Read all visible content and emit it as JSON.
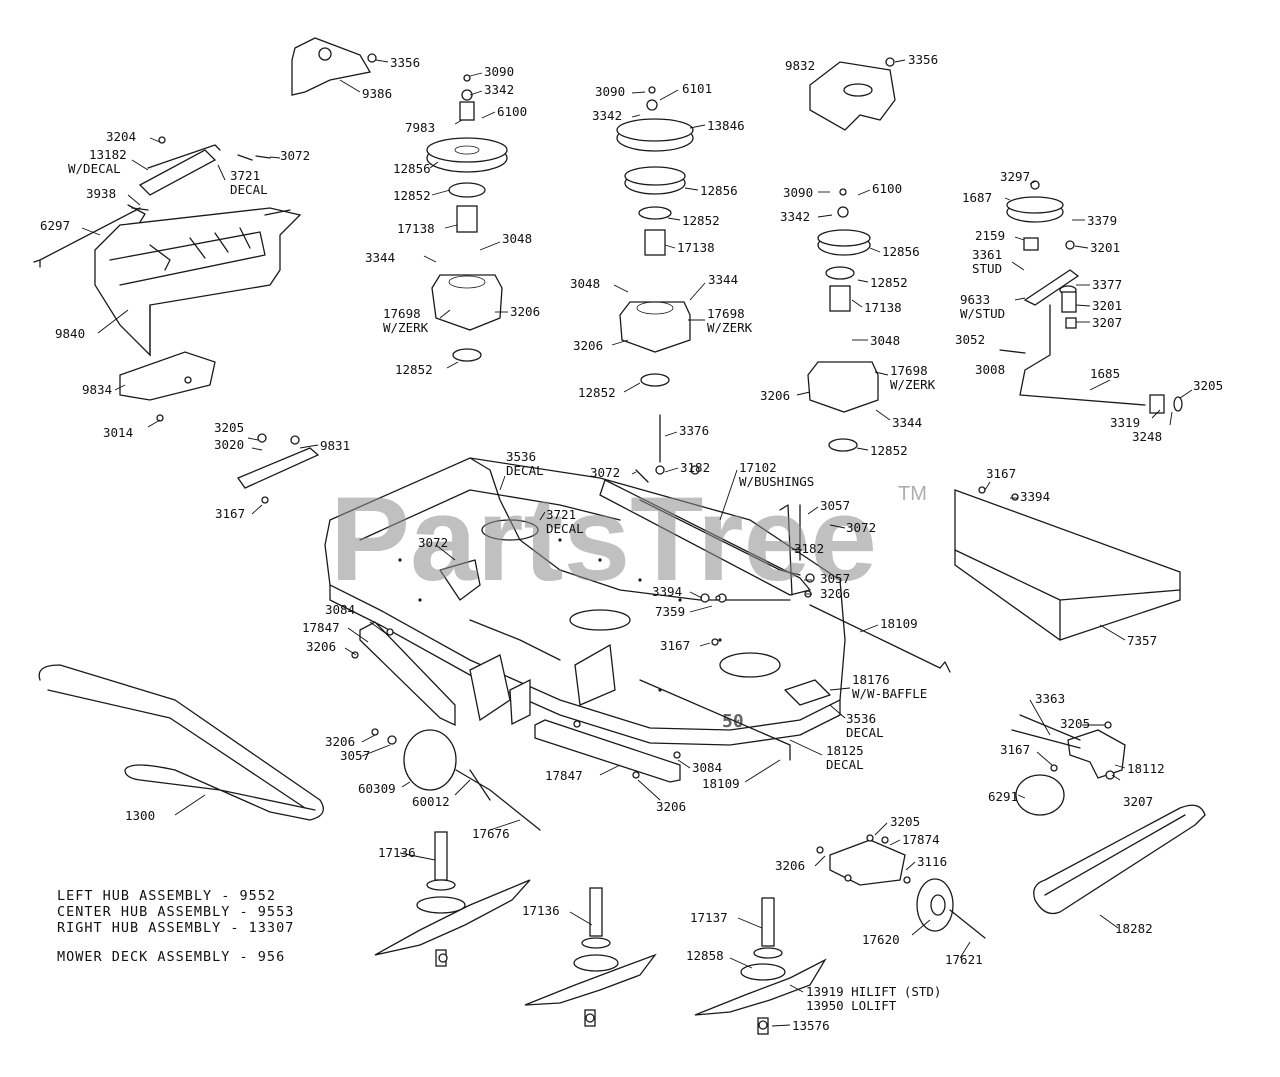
{
  "watermark": {
    "text": "PartsTree",
    "trademark": "TM"
  },
  "assembly_notes": [
    "LEFT HUB ASSEMBLY - 9552",
    "CENTER HUB ASSEMBLY - 9553",
    "RIGHT HUB ASSEMBLY - 13307",
    "MOWER DECK ASSEMBLY - 956"
  ],
  "callouts": [
    {
      "id": "c1",
      "text": "3356"
    },
    {
      "id": "c2",
      "text": "9386"
    },
    {
      "id": "c3",
      "text": "3090"
    },
    {
      "id": "c4",
      "text": "3342"
    },
    {
      "id": "c5",
      "text": "6100"
    },
    {
      "id": "c6",
      "text": "7983"
    },
    {
      "id": "c7",
      "text": "12856"
    },
    {
      "id": "c8",
      "text": "12852"
    },
    {
      "id": "c9",
      "text": "17138"
    },
    {
      "id": "c10",
      "text": "3048"
    },
    {
      "id": "c11",
      "text": "3344"
    },
    {
      "id": "c12",
      "text": "17698"
    },
    {
      "id": "c13",
      "text": "W/ZERK"
    },
    {
      "id": "c14",
      "text": "3206"
    },
    {
      "id": "c15",
      "text": "12852"
    },
    {
      "id": "c16",
      "text": "3090"
    },
    {
      "id": "c17",
      "text": "6101"
    },
    {
      "id": "c18",
      "text": "3342"
    },
    {
      "id": "c19",
      "text": "13846"
    },
    {
      "id": "c20",
      "text": "12856"
    },
    {
      "id": "c21",
      "text": "12852"
    },
    {
      "id": "c22",
      "text": "17138"
    },
    {
      "id": "c23",
      "text": "3048"
    },
    {
      "id": "c24",
      "text": "3344"
    },
    {
      "id": "c25",
      "text": "17698"
    },
    {
      "id": "c26",
      "text": "W/ZERK"
    },
    {
      "id": "c27",
      "text": "3206"
    },
    {
      "id": "c28",
      "text": "12852"
    },
    {
      "id": "c29",
      "text": "9832"
    },
    {
      "id": "c30",
      "text": "3356"
    },
    {
      "id": "c31",
      "text": "3090"
    },
    {
      "id": "c32",
      "text": "6100"
    },
    {
      "id": "c33",
      "text": "3342"
    },
    {
      "id": "c34",
      "text": "12856"
    },
    {
      "id": "c35",
      "text": "12852"
    },
    {
      "id": "c36",
      "text": "17138"
    },
    {
      "id": "c37",
      "text": "3048"
    },
    {
      "id": "c38",
      "text": "3206"
    },
    {
      "id": "c39",
      "text": "17698"
    },
    {
      "id": "c40",
      "text": "W/ZERK"
    },
    {
      "id": "c41",
      "text": "3344"
    },
    {
      "id": "c42",
      "text": "12852"
    },
    {
      "id": "c43",
      "text": "3297"
    },
    {
      "id": "c44",
      "text": "1687"
    },
    {
      "id": "c45",
      "text": "3379"
    },
    {
      "id": "c46",
      "text": "2159"
    },
    {
      "id": "c47",
      "text": "3201"
    },
    {
      "id": "c48",
      "text": "3361"
    },
    {
      "id": "c49",
      "text": "STUD"
    },
    {
      "id": "c50",
      "text": "3377"
    },
    {
      "id": "c51",
      "text": "9633"
    },
    {
      "id": "c52",
      "text": "W/STUD"
    },
    {
      "id": "c53",
      "text": "3201"
    },
    {
      "id": "c54",
      "text": "3207"
    },
    {
      "id": "c55",
      "text": "3052"
    },
    {
      "id": "c56",
      "text": "3008"
    },
    {
      "id": "c57",
      "text": "1685"
    },
    {
      "id": "c58",
      "text": "3205"
    },
    {
      "id": "c59",
      "text": "3319"
    },
    {
      "id": "c60",
      "text": "3248"
    },
    {
      "id": "c61",
      "text": "3204"
    },
    {
      "id": "c62",
      "text": "13182"
    },
    {
      "id": "c63",
      "text": "W/DECAL"
    },
    {
      "id": "c64",
      "text": "3072"
    },
    {
      "id": "c65",
      "text": "3721"
    },
    {
      "id": "c66",
      "text": "DECAL"
    },
    {
      "id": "c67",
      "text": "3938"
    },
    {
      "id": "c68",
      "text": "6297"
    },
    {
      "id": "c69",
      "text": "9840"
    },
    {
      "id": "c70",
      "text": "9834"
    },
    {
      "id": "c71",
      "text": "3014"
    },
    {
      "id": "c72",
      "text": "3205"
    },
    {
      "id": "c73",
      "text": "3020"
    },
    {
      "id": "c74",
      "text": "9831"
    },
    {
      "id": "c75",
      "text": "3167"
    },
    {
      "id": "c76",
      "text": "3536"
    },
    {
      "id": "c77",
      "text": "DECAL"
    },
    {
      "id": "c78",
      "text": "3721"
    },
    {
      "id": "c79",
      "text": "DECAL"
    },
    {
      "id": "c80",
      "text": "3072"
    },
    {
      "id": "c81",
      "text": "3376"
    },
    {
      "id": "c82",
      "text": "3072"
    },
    {
      "id": "c83",
      "text": "3182"
    },
    {
      "id": "c84",
      "text": "17102"
    },
    {
      "id": "c85",
      "text": "W/BUSHINGS"
    },
    {
      "id": "c86",
      "text": "3057"
    },
    {
      "id": "c87",
      "text": "3072"
    },
    {
      "id": "c88",
      "text": "3182"
    },
    {
      "id": "c89",
      "text": "3057"
    },
    {
      "id": "c90",
      "text": "3206"
    },
    {
      "id": "c91",
      "text": "3394"
    },
    {
      "id": "c92",
      "text": "7359"
    },
    {
      "id": "c93",
      "text": "3167"
    },
    {
      "id": "c94",
      "text": "18109"
    },
    {
      "id": "c95",
      "text": "3167"
    },
    {
      "id": "c96",
      "text": "3394"
    },
    {
      "id": "c97",
      "text": "7357"
    },
    {
      "id": "c98",
      "text": "3084"
    },
    {
      "id": "c99",
      "text": "17847"
    },
    {
      "id": "c100",
      "text": "3206"
    },
    {
      "id": "c101",
      "text": "18176"
    },
    {
      "id": "c102",
      "text": "W/W-BAFFLE"
    },
    {
      "id": "c103",
      "text": "3536"
    },
    {
      "id": "c104",
      "text": "DECAL"
    },
    {
      "id": "c105",
      "text": "18125"
    },
    {
      "id": "c106",
      "text": "DECAL"
    },
    {
      "id": "c107",
      "text": "3363"
    },
    {
      "id": "c108",
      "text": "3205"
    },
    {
      "id": "c109",
      "text": "3167"
    },
    {
      "id": "c110",
      "text": "18112"
    },
    {
      "id": "c111",
      "text": "6291"
    },
    {
      "id": "c112",
      "text": "3207"
    },
    {
      "id": "c113",
      "text": "3206"
    },
    {
      "id": "c114",
      "text": "3057"
    },
    {
      "id": "c115",
      "text": "60309"
    },
    {
      "id": "c116",
      "text": "60012"
    },
    {
      "id": "c117",
      "text": "17847"
    },
    {
      "id": "c118",
      "text": "3084"
    },
    {
      "id": "c119",
      "text": "18109"
    },
    {
      "id": "c120",
      "text": "3206"
    },
    {
      "id": "c121",
      "text": "1300"
    },
    {
      "id": "c122",
      "text": "17676"
    },
    {
      "id": "c123",
      "text": "17136"
    },
    {
      "id": "c124",
      "text": "3205"
    },
    {
      "id": "c125",
      "text": "17874"
    },
    {
      "id": "c126",
      "text": "3206"
    },
    {
      "id": "c127",
      "text": "3116"
    },
    {
      "id": "c128",
      "text": "18282"
    },
    {
      "id": "c129",
      "text": "17136"
    },
    {
      "id": "c130",
      "text": "17137"
    },
    {
      "id": "c131",
      "text": "12858"
    },
    {
      "id": "c132",
      "text": "13919 HILIFT (STD)"
    },
    {
      "id": "c133",
      "text": "13950 LOLIFT"
    },
    {
      "id": "c134",
      "text": "17620"
    },
    {
      "id": "c135",
      "text": "17621"
    },
    {
      "id": "c136",
      "text": "13576"
    },
    {
      "id": "c137",
      "text": "50"
    }
  ]
}
